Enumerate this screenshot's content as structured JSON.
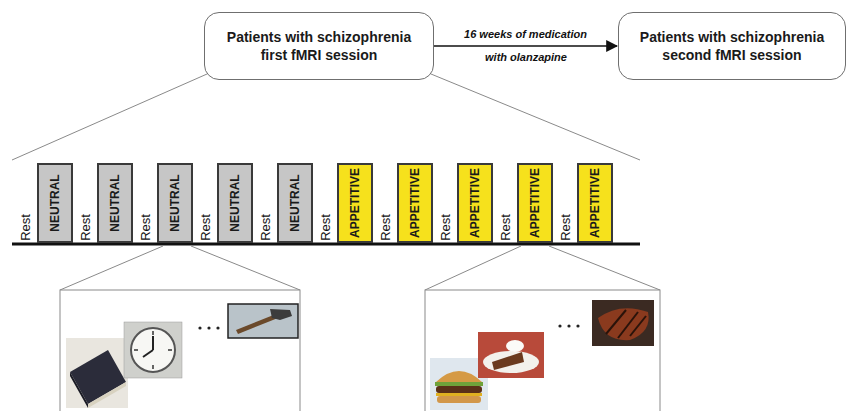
{
  "diagram": {
    "nodes": [
      {
        "text": [
          "Patients with schizophrenia first fMRI session"
        ]
      },
      {
        "text": [
          "Patients with schizophrenia second fMRI session"
        ]
      },
      {
        "text": [
          "NEUTRAL"
        ]
      },
      {
        "text": [
          "NEUTRAL"
        ]
      },
      {
        "text": [
          "NEUTRAL"
        ]
      },
      {
        "text": [
          "NEUTRAL"
        ]
      },
      {
        "text": [
          "NEUTRAL"
        ]
      },
      {
        "text": [
          "APPETITIVE"
        ]
      },
      {
        "text": [
          "APPETITIVE"
        ]
      },
      {
        "text": [
          "APPETITIVE"
        ]
      },
      {
        "text": [
          "APPETITIVE"
        ]
      },
      {
        "text": [
          "APPETITIVE"
        ]
      }
    ],
    "edges": [
      {
        "from": 0,
        "to": 1,
        "arrow": "to",
        "label": "16 weeks of medication"
      }
    ],
    "labels": [
      "with olanzapine",
      "Rest",
      "Rest",
      "Rest",
      "Rest",
      "Rest",
      "Rest",
      "Rest",
      "Rest",
      "Rest",
      "Rest"
    ]
  }
}
